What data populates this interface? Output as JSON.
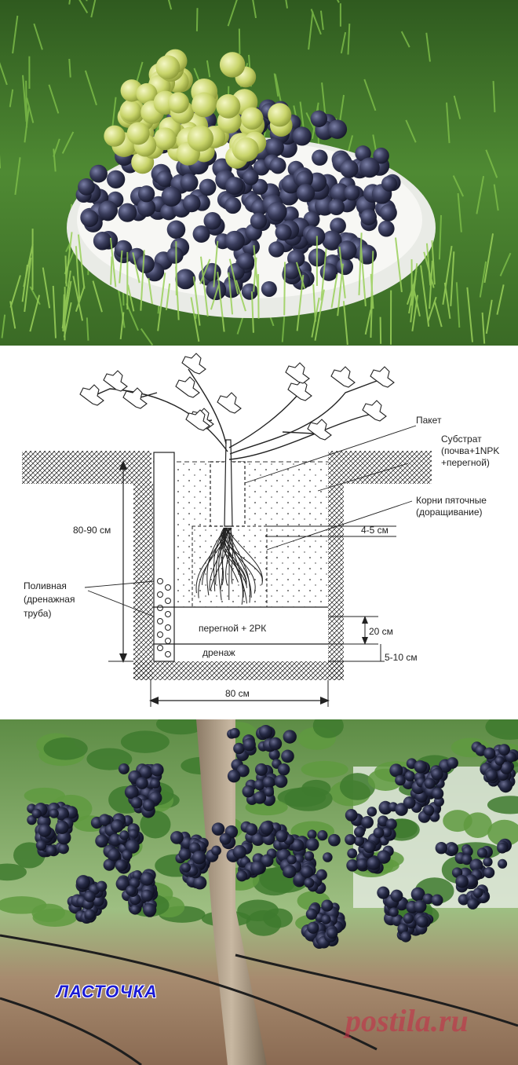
{
  "diagram": {
    "labels": {
      "bag": "Пакет",
      "substrate": "Субстрат\n(почва+1NPK\n+перегной)",
      "roots": "Корни пяточные\n(доращивание)",
      "gap": "4-5 см",
      "depth": "80-90 см",
      "pipe": "Поливная\n(дренажная\nтруба)",
      "humus_layer": "перегной + 2РК",
      "humus_thickness": "20 см",
      "drainage": "дренаж",
      "drainage_thickness": "5-10 см",
      "width": "80 см"
    }
  },
  "bottom_photo": {
    "variety_label": "ЛАСТОЧКА"
  },
  "watermark": "postila.ru",
  "colors": {
    "grass": "#3f7a2a",
    "green_grape": "#c9d66a",
    "dark_grape": "#2e3148",
    "plate": "#f4f4f2",
    "label_blue": "#1b1bd6"
  }
}
